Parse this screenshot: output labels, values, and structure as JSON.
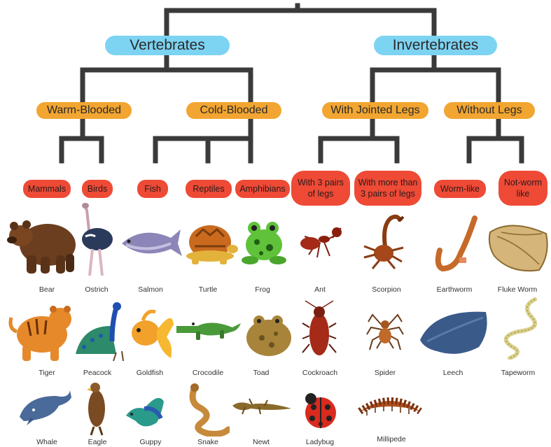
{
  "groups": {
    "vertebrates": "Vertebrates",
    "invertebrates": "Invertebrates"
  },
  "subgroups": {
    "warm_blooded": "Warm-Blooded",
    "cold_blooded": "Cold-Blooded",
    "jointed_legs": "With Jointed Legs",
    "without_legs": "Without Legs"
  },
  "classes": {
    "mammals": "Mammals",
    "birds": "Birds",
    "fish": "Fish",
    "reptiles": "Reptiles",
    "amphibians": "Amphibians",
    "three_pairs_line1": "With 3 pairs",
    "three_pairs_line2": "of legs",
    "more_pairs_line1": "With more than",
    "more_pairs_line2": "3 pairs of legs",
    "worm_like": "Worm-like",
    "not_worm_line1": "Not-worm",
    "not_worm_line2": "like"
  },
  "animals": {
    "bear": "Bear",
    "ostrich": "Ostrich",
    "salmon": "Salmon",
    "turtle": "Turtle",
    "frog": "Frog",
    "ant": "Ant",
    "scorpion": "Scorpion",
    "earthworm": "Earthworm",
    "fluke_worm": "Fluke Worm",
    "tiger": "Tiger",
    "peacock": "Peacock",
    "goldfish": "Goldfish",
    "crocodile": "Crocodile",
    "toad": "Toad",
    "cockroach": "Cockroach",
    "spider": "Spider",
    "leech": "Leech",
    "tapeworm": "Tapeworm",
    "whale": "Whale",
    "eagle": "Eagle",
    "guppy": "Guppy",
    "snake": "Snake",
    "newt": "Newt",
    "ladybug": "Ladybug",
    "millipede": "Millipede"
  },
  "colors": {
    "connector": "#3a3a3a",
    "group_pill": "#7dd3f2",
    "subgroup_pill": "#f2a531",
    "class_pill": "#ee4a36"
  }
}
